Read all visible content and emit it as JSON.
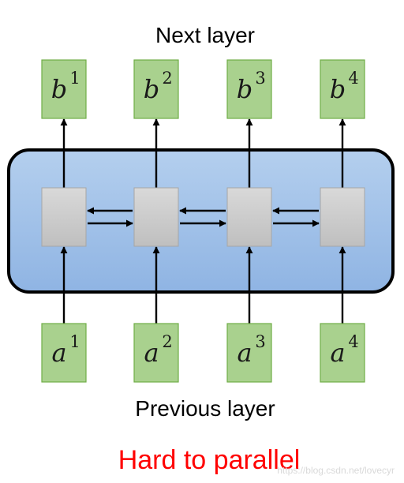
{
  "diagram": {
    "top_label": "Next layer",
    "bottom_label": "Previous layer",
    "caption": "Hard to parallel",
    "watermark": "https://blog.csdn.net/lovecyr",
    "outputs": [
      {
        "letter": "b",
        "index": "1"
      },
      {
        "letter": "b",
        "index": "2"
      },
      {
        "letter": "b",
        "index": "3"
      },
      {
        "letter": "b",
        "index": "4"
      }
    ],
    "inputs": [
      {
        "letter": "a",
        "index": "1"
      },
      {
        "letter": "a",
        "index": "2"
      },
      {
        "letter": "a",
        "index": "3"
      },
      {
        "letter": "a",
        "index": "4"
      }
    ],
    "colors": {
      "token_fill": "#a9d18e",
      "token_border": "#70ad47",
      "container_fill_top": "#b4cfee",
      "container_fill_bottom": "#8fb4e3",
      "container_border": "#000000",
      "cell_fill_top": "#d9d9d9",
      "cell_fill_bottom": "#bfbfbf",
      "cell_border": "#a6a6a6",
      "caption_color": "#ff0000",
      "arrow_color": "#000000"
    }
  }
}
